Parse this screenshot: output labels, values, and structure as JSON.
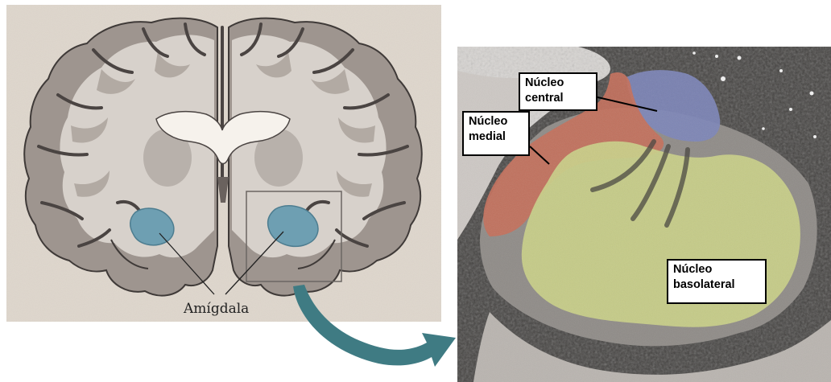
{
  "left_figure": {
    "label_amygdala": "Amígdala"
  },
  "right_figure": {
    "labels": {
      "central": "Núcleo\ncentral",
      "medial": "Núcleo\nmedial",
      "basolateral": "Núcleo\nbasolateral"
    }
  },
  "colors": {
    "paper": "#ded6cc",
    "cortex_gray": "#9e958f",
    "white_matter": "#d7d1cb",
    "sulci": "#4a4442",
    "ventricle": "#f6f2ec",
    "amygdala_blue": "#6e9fb2",
    "arrow_teal": "#3f7b83",
    "central_blue": "#7b83b8",
    "medial_red": "#c46d58",
    "basolateral_yellow": "#c9cf86",
    "tissue_dark": "#3a3836"
  }
}
